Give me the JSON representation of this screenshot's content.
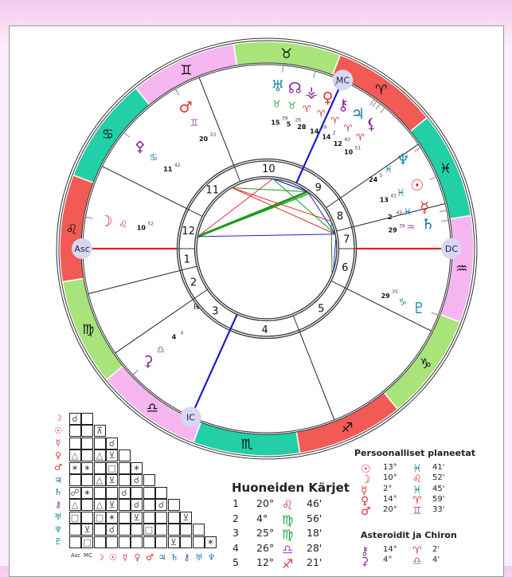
{
  "colors": {
    "fire": "#f25a55",
    "earth": "#a9e47a",
    "air": "#f6b6f0",
    "water": "#22cfa7",
    "fire_text": "#d93434",
    "earth_text": "#22aa44",
    "air_text": "#a54fc0",
    "water_text": "#1a8aa8"
  },
  "ascendant_longitude": 140.77,
  "signs": [
    {
      "glyph": "♈",
      "element": "fire"
    },
    {
      "glyph": "♉",
      "element": "earth"
    },
    {
      "glyph": "♊",
      "element": "air"
    },
    {
      "glyph": "♋",
      "element": "water"
    },
    {
      "glyph": "♌",
      "element": "fire"
    },
    {
      "glyph": "♍",
      "element": "earth"
    },
    {
      "glyph": "♎",
      "element": "air"
    },
    {
      "glyph": "♏",
      "element": "water"
    },
    {
      "glyph": "♐",
      "element": "fire"
    },
    {
      "glyph": "♑",
      "element": "earth"
    },
    {
      "glyph": "♒",
      "element": "air"
    },
    {
      "glyph": "♓",
      "element": "water"
    }
  ],
  "house_cusps": [
    140.77,
    154.93,
    175.3,
    206.47,
    252.35,
    294.2,
    320.77,
    334.93,
    355.3,
    26.47,
    72.35,
    114.2
  ],
  "house_numbers": [
    "1",
    "2",
    "3",
    "4",
    "5",
    "6",
    "7",
    "8",
    "9",
    "10",
    "11",
    "12"
  ],
  "angles": [
    {
      "label": "Asc",
      "longitude": 140.77,
      "color": "#e02020"
    },
    {
      "label": "DC",
      "longitude": 320.77,
      "color": "#e02020"
    },
    {
      "label": "MC",
      "longitude": 26.47,
      "color": "#1a1ad0"
    },
    {
      "label": "IC",
      "longitude": 206.47,
      "color": "#1a1ad0"
    }
  ],
  "planets": [
    {
      "name": "sun",
      "glyph": "☉",
      "longitude": 343.68,
      "deg": "13",
      "min": "41",
      "color": "#d93434",
      "sign": 11
    },
    {
      "name": "moon",
      "glyph": "☽",
      "longitude": 130.87,
      "deg": "10",
      "min": "52",
      "color": "#d93434",
      "sign": 4
    },
    {
      "name": "mercury",
      "glyph": "☿",
      "longitude": 332.75,
      "deg": "2",
      "min": "45",
      "color": "#d93434",
      "sign": 11
    },
    {
      "name": "venus",
      "glyph": "♀",
      "longitude": 14.98,
      "deg": "14",
      "min": "59",
      "color": "#d93434",
      "sign": 0
    },
    {
      "name": "mars",
      "glyph": "♂",
      "longitude": 80.55,
      "deg": "20",
      "min": "33",
      "color": "#d93434",
      "sign": 2
    },
    {
      "name": "jupiter",
      "glyph": "♃",
      "longitude": 12.67,
      "deg": "12",
      "min": "40",
      "color": "#1a6f9a",
      "sign": 0
    },
    {
      "name": "saturn",
      "glyph": "♄",
      "longitude": 329.65,
      "deg": "29",
      "min": "39",
      "color": "#1a6f9a",
      "sign": 10
    },
    {
      "name": "uranus",
      "glyph": "♅",
      "longitude": 45.65,
      "deg": "15",
      "min": "39",
      "color": "#1a8aa8",
      "sign": 1
    },
    {
      "name": "neptune",
      "glyph": "♆",
      "longitude": 354.1,
      "deg": "24",
      "min": "5",
      "color": "#1a8aa8",
      "sign": 11
    },
    {
      "name": "pluto",
      "glyph": "♇",
      "longitude": 299.58,
      "deg": "29",
      "min": "35",
      "color": "#1a8aa8",
      "sign": 9
    },
    {
      "name": "north-node",
      "glyph": "☊",
      "longitude": 35.43,
      "deg": "5",
      "min": "26",
      "color": "#8a2a9a",
      "sign": 1
    },
    {
      "name": "chiron",
      "glyph": "⚷",
      "longitude": 14.03,
      "deg": "14",
      "min": "2",
      "color": "#8a2a9a",
      "sign": 0
    },
    {
      "name": "lilith",
      "glyph": "⚸",
      "longitude": 10.85,
      "deg": "10",
      "min": "51",
      "color": "#8a2a9a",
      "sign": 0
    },
    {
      "name": "vesta",
      "glyph": "⚶",
      "longitude": 28.0,
      "deg": "28",
      "min": "",
      "color": "#8a2a9a",
      "sign": 0
    },
    {
      "name": "pallas",
      "glyph": "⚴",
      "longitude": 101.7,
      "deg": "11",
      "min": "42",
      "color": "#8a2a9a",
      "sign": 3
    },
    {
      "name": "juno",
      "glyph": "⚳",
      "longitude": 184.07,
      "deg": "4",
      "min": "4",
      "color": "#8a2a9a",
      "sign": 6
    }
  ],
  "retrograde_marker": "℞",
  "aspects": [
    {
      "a": 130.87,
      "b": 14.98,
      "color": "#1a9a1a",
      "w": 3
    },
    {
      "a": 130.87,
      "b": 12.67,
      "color": "#1a9a1a",
      "w": 1.2
    },
    {
      "a": 130.87,
      "b": 45.65,
      "color": "#e03030",
      "w": 1
    },
    {
      "a": 130.87,
      "b": 332.75,
      "color": "#2020d0",
      "w": 1
    },
    {
      "a": 80.55,
      "b": 343.68,
      "color": "#e03030",
      "w": 1
    },
    {
      "a": 80.55,
      "b": 332.75,
      "color": "#e03030",
      "w": 1
    },
    {
      "a": 80.55,
      "b": 14.98,
      "color": "#1a9a1a",
      "w": 1
    },
    {
      "a": 45.65,
      "b": 14.98,
      "color": "#2020d0",
      "w": 1.2
    },
    {
      "a": 45.65,
      "b": 332.75,
      "color": "#1a9a1a",
      "w": 1
    },
    {
      "a": 14.98,
      "b": 332.75,
      "color": "#2020d0",
      "w": 1
    },
    {
      "a": 343.68,
      "b": 299.58,
      "color": "#1a9a1a",
      "w": 1
    },
    {
      "a": 329.65,
      "b": 303,
      "color": "#2020d0",
      "w": 1
    }
  ],
  "aspect_grid": {
    "row_labels": [
      {
        "g": "☽",
        "c": "#d93434"
      },
      {
        "g": "☉",
        "c": "#d93434"
      },
      {
        "g": "☿",
        "c": "#d93434"
      },
      {
        "g": "♀",
        "c": "#d93434"
      },
      {
        "g": "♂",
        "c": "#d93434"
      },
      {
        "g": "♃",
        "c": "#1a6f9a"
      },
      {
        "g": "♄",
        "c": "#1a6f9a"
      },
      {
        "g": "⚷",
        "c": "#8a2a9a"
      },
      {
        "g": "♅",
        "c": "#1a8aa8"
      },
      {
        "g": "♆",
        "c": "#1a8aa8"
      },
      {
        "g": "♇",
        "c": "#1a8aa8"
      }
    ],
    "col_labels": [
      {
        "g": "Asc",
        "c": "#333"
      },
      {
        "g": "MC",
        "c": "#333"
      },
      {
        "g": "☽",
        "c": "#d93434"
      },
      {
        "g": "☉",
        "c": "#d93434"
      },
      {
        "g": "☿",
        "c": "#d93434"
      },
      {
        "g": "♀",
        "c": "#d93434"
      },
      {
        "g": "♂",
        "c": "#d93434"
      },
      {
        "g": "♃",
        "c": "#1a6f9a"
      },
      {
        "g": "♄",
        "c": "#1a6f9a"
      },
      {
        "g": "⚷",
        "c": "#8a2a9a"
      },
      {
        "g": "♅",
        "c": "#1a8aa8"
      },
      {
        "g": "♆",
        "c": "#1a8aa8"
      }
    ],
    "rows": [
      [
        "☌",
        ""
      ],
      [
        "",
        "",
        "⊼"
      ],
      [
        "",
        "",
        "",
        "☌"
      ],
      [
        "△",
        "",
        "△",
        "⊻",
        ""
      ],
      [
        "✶",
        "✶",
        "",
        "□",
        "",
        "✶"
      ],
      [
        "",
        "",
        "△",
        "⊻",
        "",
        "☌",
        ""
      ],
      [
        "☍",
        "✶",
        "",
        "",
        "☌",
        "",
        "",
        ""
      ],
      [
        "△",
        "",
        "△",
        "⊻",
        "",
        "☌",
        "",
        "☌",
        ""
      ],
      [
        "□",
        "",
        "□",
        "✶",
        "",
        "⊻",
        "",
        "",
        "",
        "⊻"
      ],
      [
        "",
        "⊻",
        "",
        "☌",
        "",
        "",
        "□",
        "",
        "",
        "",
        ""
      ],
      [
        "",
        "□",
        "",
        "",
        "",
        "",
        "",
        "",
        "⊻",
        "",
        "",
        "✶"
      ]
    ]
  },
  "house_table": {
    "title": "Huoneiden Kärjet",
    "rows": [
      {
        "n": "1",
        "deg": "20°",
        "sign": "♌",
        "min": "46'",
        "c": "#d93434"
      },
      {
        "n": "2",
        "deg": "4°",
        "sign": "♍",
        "min": "56'",
        "c": "#22aa44"
      },
      {
        "n": "3",
        "deg": "25°",
        "sign": "♍",
        "min": "18'",
        "c": "#22aa44"
      },
      {
        "n": "4",
        "deg": "26°",
        "sign": "♎",
        "min": "28'",
        "c": "#a54fc0"
      },
      {
        "n": "5",
        "deg": "12°",
        "sign": "♐",
        "min": "21'",
        "c": "#d93434"
      }
    ]
  },
  "personal_table": {
    "title": "Persoonalliset planeetat",
    "rows": [
      {
        "g": "☉",
        "deg": "13°",
        "sign": "♓",
        "min": "41'",
        "c": "#1a8aa8"
      },
      {
        "g": "☽",
        "deg": "10°",
        "sign": "♌",
        "min": "52'",
        "c": "#d93434"
      },
      {
        "g": "☿",
        "deg": "2°",
        "sign": "♓",
        "min": "45'",
        "c": "#1a8aa8"
      },
      {
        "g": "♀",
        "deg": "14°",
        "sign": "♈",
        "min": "59'",
        "c": "#d93434"
      },
      {
        "g": "♂",
        "deg": "20°",
        "sign": "♊",
        "min": "33'",
        "c": "#a54fc0"
      }
    ]
  },
  "asteroid_table": {
    "title": "Asteroidit ja Chiron",
    "rows": [
      {
        "g": "⚷",
        "deg": "14°",
        "sign": "♈",
        "min": "2'",
        "c": "#d93434"
      },
      {
        "g": "⚳",
        "deg": "4°",
        "sign": "♎",
        "min": "4'",
        "c": "#a54fc0"
      }
    ]
  }
}
